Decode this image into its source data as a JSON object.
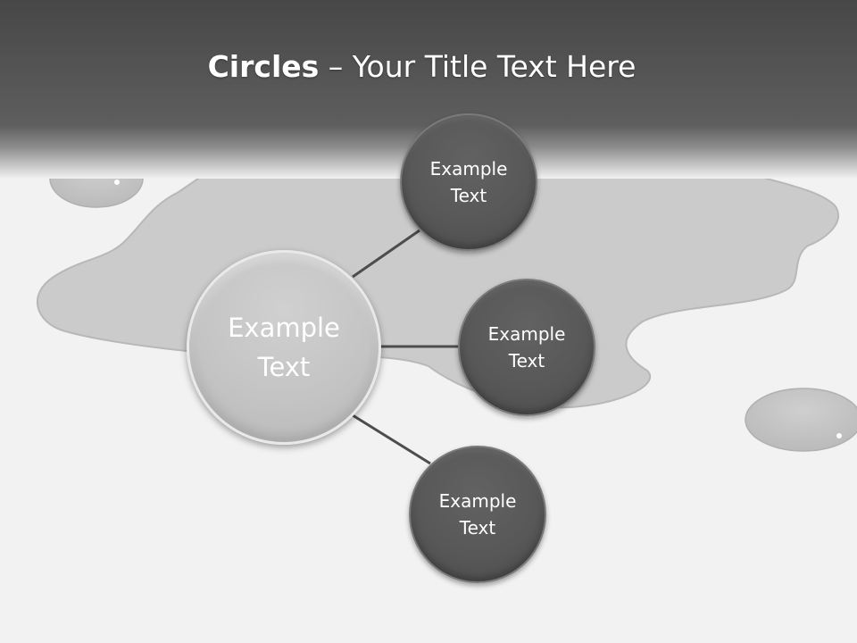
{
  "slide": {
    "title_bold": "Circles",
    "title_rest": " – Your Title Text Here"
  },
  "diagram": {
    "center": {
      "label": "Example\nText"
    },
    "nodes": [
      {
        "label": "Example\nText"
      },
      {
        "label": "Example\nText"
      },
      {
        "label": "Example\nText"
      }
    ]
  },
  "colors": {
    "header": "#4a4a4a",
    "node_fill": "#585858",
    "center_fill": "#c4c4c4",
    "connector": "#4d4d4d",
    "text": "#ffffff"
  }
}
